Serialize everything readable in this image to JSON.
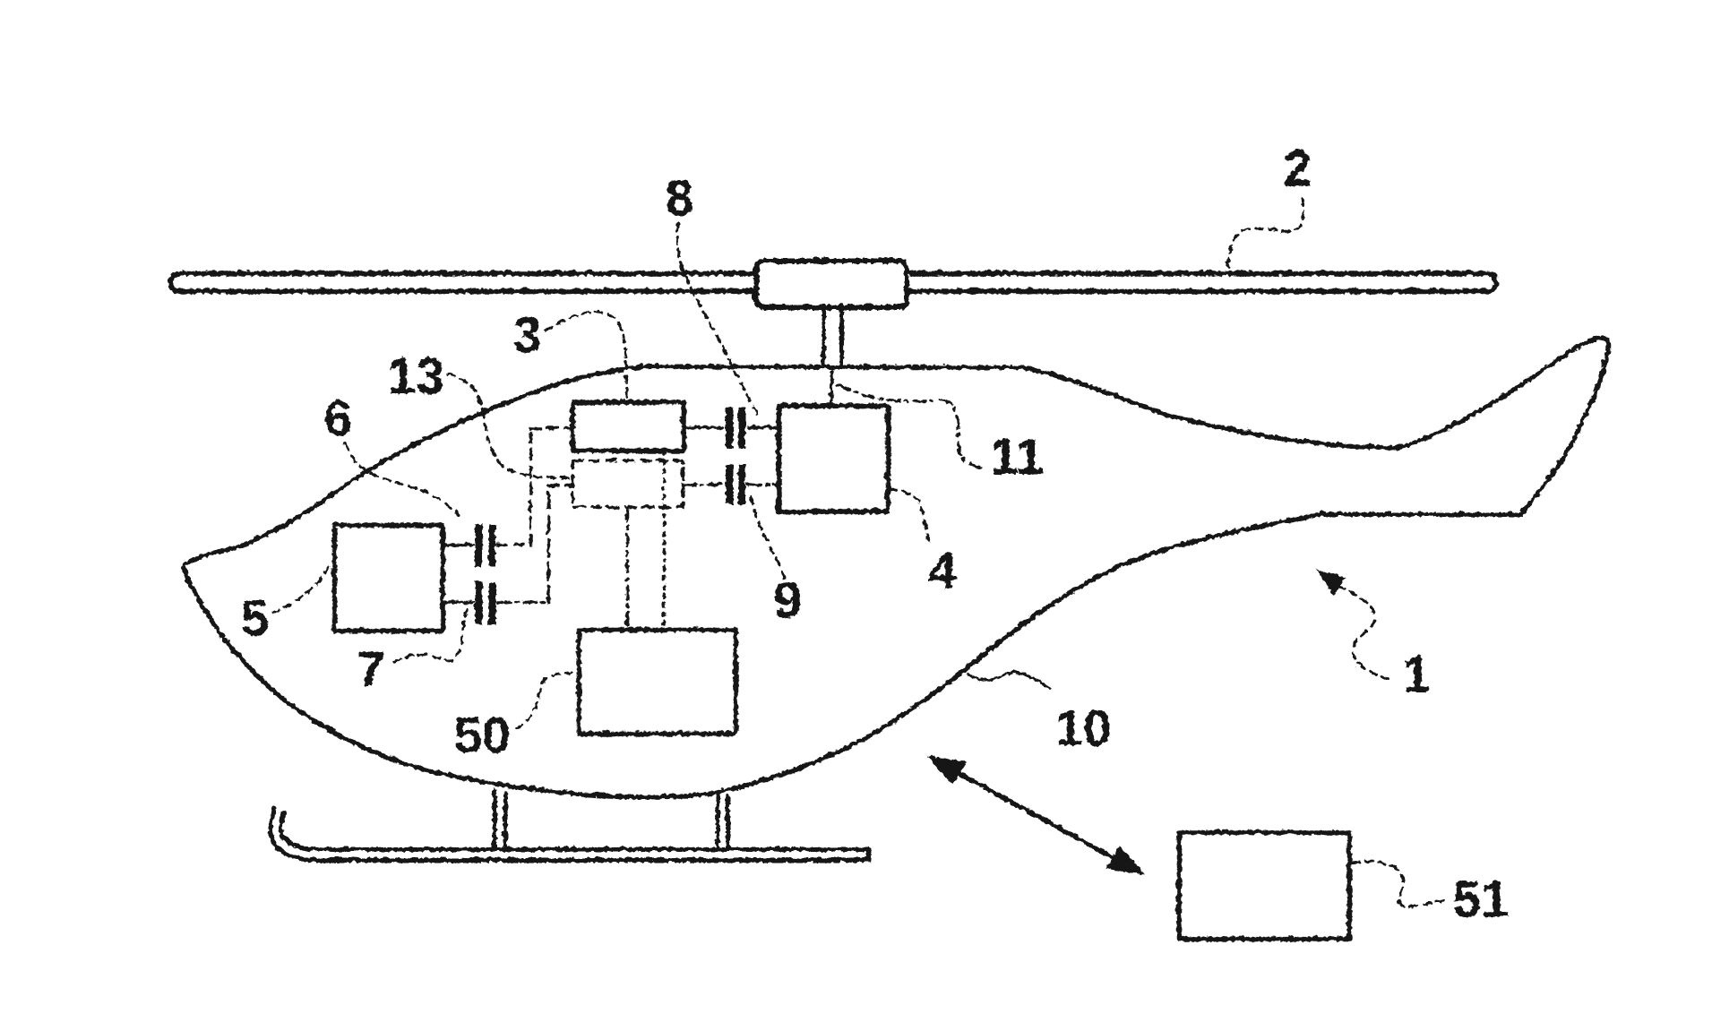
{
  "figure": {
    "kind": "patent-line-drawing",
    "subject": "helicopter side-view schematic with internal drivetrain blocks",
    "background_color": "#ffffff",
    "ink_color": "#141414",
    "reference_numerals": [
      "1",
      "2",
      "3",
      "4",
      "5",
      "6",
      "7",
      "8",
      "9",
      "10",
      "11",
      "13",
      "50",
      "51"
    ]
  },
  "labels": {
    "1": "1",
    "2": "2",
    "3": "3",
    "4": "4",
    "5": "5",
    "6": "6",
    "7": "7",
    "8": "8",
    "9": "9",
    "10": "10",
    "11": "11",
    "13": "13",
    "50": "50",
    "51": "51"
  }
}
